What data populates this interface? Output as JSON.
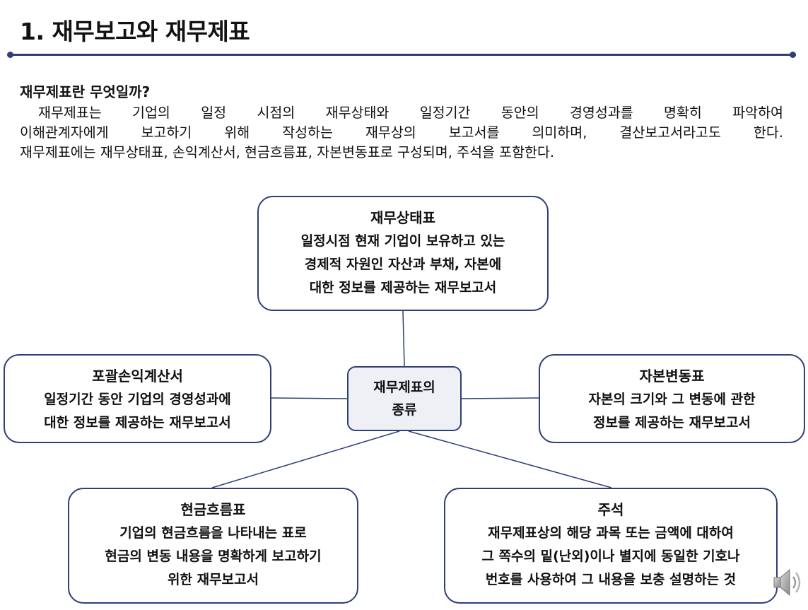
{
  "header": {
    "title": "1. 재무보고와 재무제표"
  },
  "intro": {
    "heading": "재무제표란 무엇일까?",
    "lines": [
      "재무제표는 기업의 일정 시점의 재무상태와 일정기간 동안의 경영성과를 명확히 파악하여",
      "이해관계자에게 보고하기 위해 작성하는 재무상의 보고서를 의미하며, 결산보고서라고도 한다.",
      "재무제표에는 재무상태표, 손익계산서, 현금흐름표, 자본변동표로 구성되며, 주석을 포함한다."
    ]
  },
  "diagram": {
    "center": {
      "lines": [
        "재무제표의",
        "종류"
      ]
    },
    "nodes": {
      "top": {
        "title": "재무상태표",
        "lines": [
          "일정시점 현재 기업이 보유하고 있는",
          "경제적 자원인 자산과 부채, 자본에",
          "대한 정보를 제공하는 재무보고서"
        ]
      },
      "left": {
        "title": "포괄손익계산서",
        "lines": [
          "일정기간 동안 기업의 경영성과에",
          "대한 정보를 제공하는 재무보고서"
        ]
      },
      "right": {
        "title": "자본변동표",
        "lines": [
          "자본의 크기와 그 변동에 관한",
          "정보를 제공하는 재무보고서"
        ]
      },
      "bottom_left": {
        "title": "현금흐름표",
        "lines": [
          "기업의 현금흐름을 나타내는 표로",
          "현금의 변동 내용을 명확하게 보고하기",
          "위한 재무보고서"
        ]
      },
      "bottom_right": {
        "title": "주석",
        "lines": [
          "재무제표상의 해당 과목 또는 금액에 대하여",
          "그 쪽수의 밑(난외)이나 별지에 동일한 기호나",
          "번호를 사용하여 그 내용을 보충 설명하는 것"
        ]
      }
    }
  },
  "controls": {
    "audio_icon": "speaker-icon"
  },
  "colors": {
    "accent": "#2f3f78",
    "center_fill": "#eef0f5"
  }
}
